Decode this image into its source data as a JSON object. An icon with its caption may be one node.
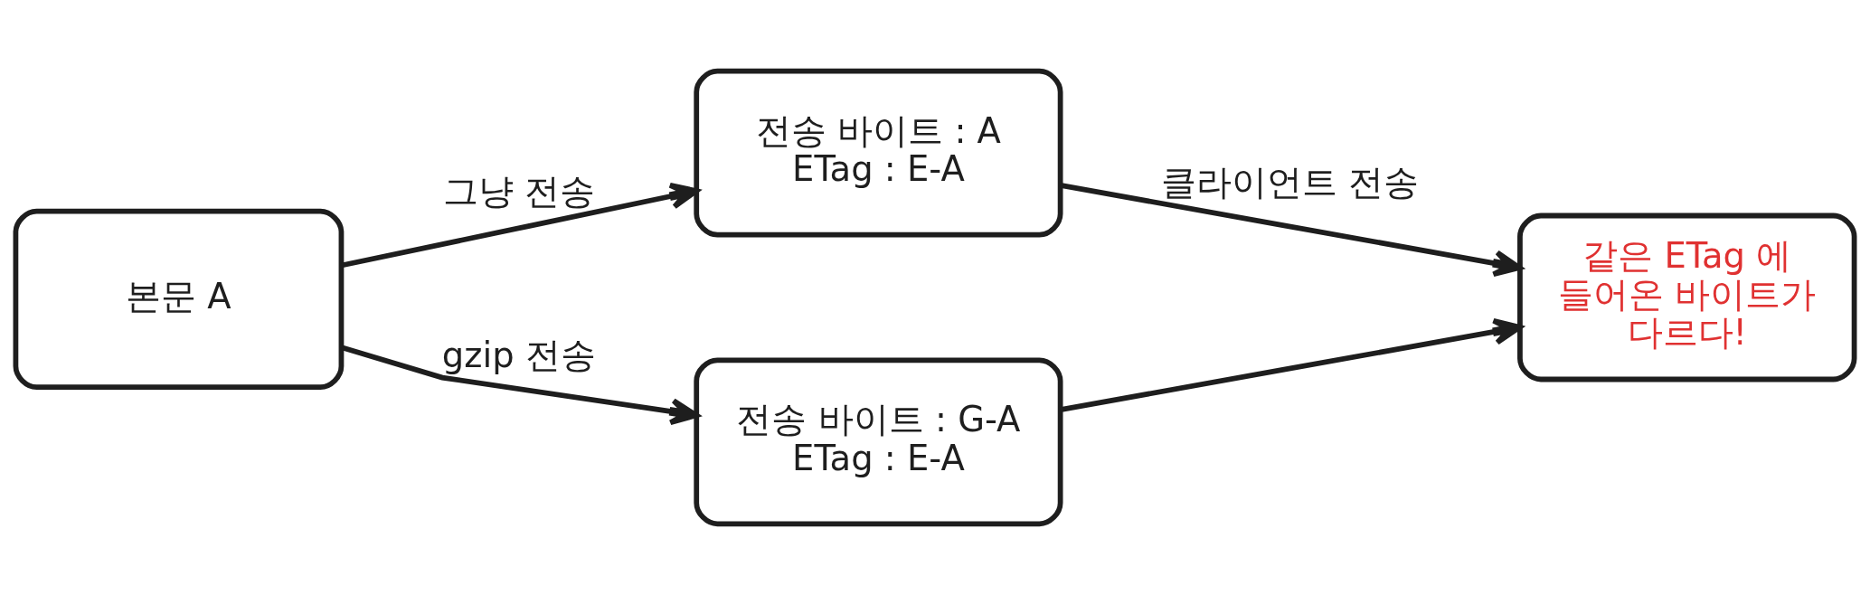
{
  "diagram": {
    "nodes": [
      {
        "text": [
          "본문 A"
        ]
      },
      {
        "text": [
          "전송 바이트 : A",
          "ETag : E-A"
        ]
      },
      {
        "text": [
          "전송 바이트 : G-A",
          "ETag : E-A"
        ]
      },
      {
        "text": [
          "같은 ETag 에 들어온 바이트가 다르다!"
        ]
      }
    ],
    "edges": [
      {
        "from": 0,
        "to": 1,
        "arrow": "to",
        "label": "그냥 전송"
      },
      {
        "from": 0,
        "to": 2,
        "arrow": "to",
        "label": "gzip 전송"
      },
      {
        "from": 1,
        "to": 3,
        "arrow": "to",
        "label": "클라이언트 전송"
      },
      {
        "from": 2,
        "to": 3,
        "arrow": "to"
      }
    ]
  }
}
